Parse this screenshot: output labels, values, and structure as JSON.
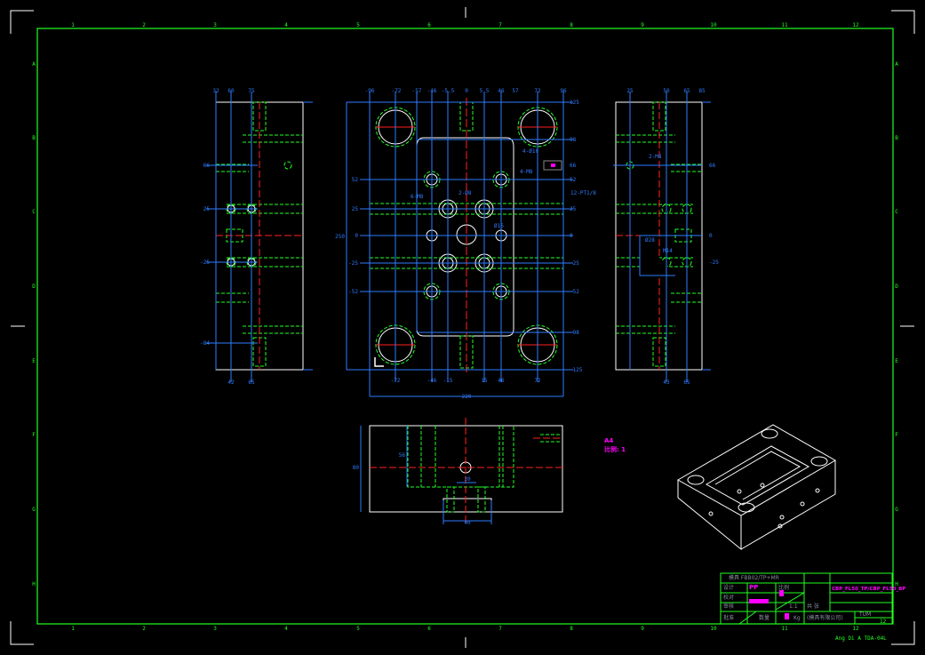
{
  "frame": {
    "column_numbers": [
      "1",
      "2",
      "3",
      "4",
      "5",
      "6",
      "7",
      "8",
      "9",
      "10",
      "11",
      "12"
    ],
    "row_letters": [
      "A",
      "B",
      "C",
      "D",
      "E",
      "F",
      "G",
      "H"
    ]
  },
  "main_view": {
    "top_labels": [
      "-96",
      "-72",
      "-57",
      "-46",
      "-5.5",
      "0",
      "5.5",
      "46",
      "57",
      "72",
      "96"
    ],
    "bottom_labels": [
      "-72",
      "-46",
      "-15",
      "15",
      "46",
      "72"
    ],
    "left_labels": [
      "52",
      "25",
      "0",
      "-25",
      "-52"
    ],
    "right_labels": [
      "125",
      "98",
      "66",
      "52",
      "25",
      "0",
      "-25",
      "-52",
      "-98",
      "-125"
    ],
    "width_dim": "220",
    "height_dim": "250",
    "callouts": [
      "4-M8",
      "2-Ø8",
      "6-M8",
      "4-Ø10",
      "12-PT1/8",
      "Ø16"
    ]
  },
  "left_view": {
    "top_labels": [
      "32",
      "60",
      "75"
    ],
    "bottom_labels": [
      "42",
      "65"
    ],
    "side_labels": [
      "66",
      "25",
      "-25",
      "-84"
    ]
  },
  "right_view": {
    "top_labels": [
      "25",
      "50",
      "65",
      "85"
    ],
    "bottom_labels": [
      "43",
      "65"
    ],
    "side_labels": [
      "66",
      "0",
      "-25"
    ],
    "callouts": [
      "2-M8",
      "Ø28",
      "M14"
    ]
  },
  "section_view": {
    "height_dim": "80",
    "depth_dim": "56",
    "bottom_dim": "40",
    "top_dim": "20"
  },
  "note": {
    "line1": "A4",
    "line2": "比例: 1"
  },
  "title_block": {
    "header": "模具 FBB02/TP+MR",
    "drawing_no": "CBP_FL50_TP/CBP_FL50_BP",
    "rows": [
      "设计",
      "校对",
      "审核",
      "批准"
    ],
    "material": "PP",
    "scale_label": "比例",
    "scale_value": "1:1",
    "qty_label": "数量",
    "weight_unit": "Kg",
    "sheet": "共 张",
    "company": "(模具有限公司)",
    "date": "TUM",
    "lower_right_code": "12"
  },
  "footer": {
    "text": "Ang Di A TDA-04L"
  },
  "colors": {
    "frame": "#22ff22",
    "dimension": "#2f7bff",
    "outline": "#ffffff",
    "center": "#ff2020",
    "hidden": "#22ff22",
    "highlight": "#ff00ff"
  }
}
